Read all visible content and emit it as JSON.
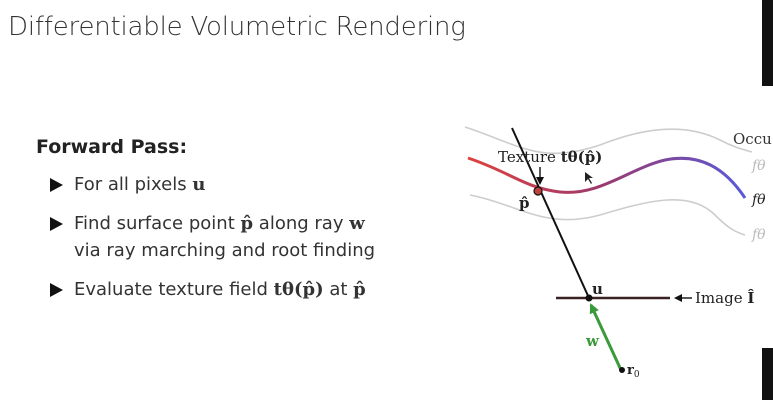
{
  "slide": {
    "title": "Differentiable Volumetric Rendering",
    "section_heading": "Forward Pass:",
    "bullets": [
      {
        "text": "For all pixels ",
        "math": "u",
        "text2": "",
        "math2": ""
      },
      {
        "text": "Find surface point ",
        "math": "p̂",
        "text2": " along ray ",
        "math2": "w",
        "line2": "via ray marching and root finding"
      },
      {
        "text": "Evaluate texture field ",
        "math": "tθ(p̂)",
        "text2": " at ",
        "math2": "p̂"
      }
    ]
  },
  "diagram": {
    "texture_label": "Texture ",
    "texture_math": "tθ(p̂)",
    "point_label": "p̂",
    "pixel_label": "u",
    "image_label": "Image ",
    "image_math": "Î",
    "ray_label": "w",
    "origin_label": "r",
    "origin_sub": "0",
    "occupancy_label": "Occu",
    "f_labels": [
      "fθ",
      "fθ",
      "fθ"
    ],
    "colors": {
      "red": "#e0413a",
      "blue": "#5a5ad8",
      "green": "#3a9a3a",
      "gray": "#c8c8c8",
      "image_line": "#3a2222"
    }
  }
}
